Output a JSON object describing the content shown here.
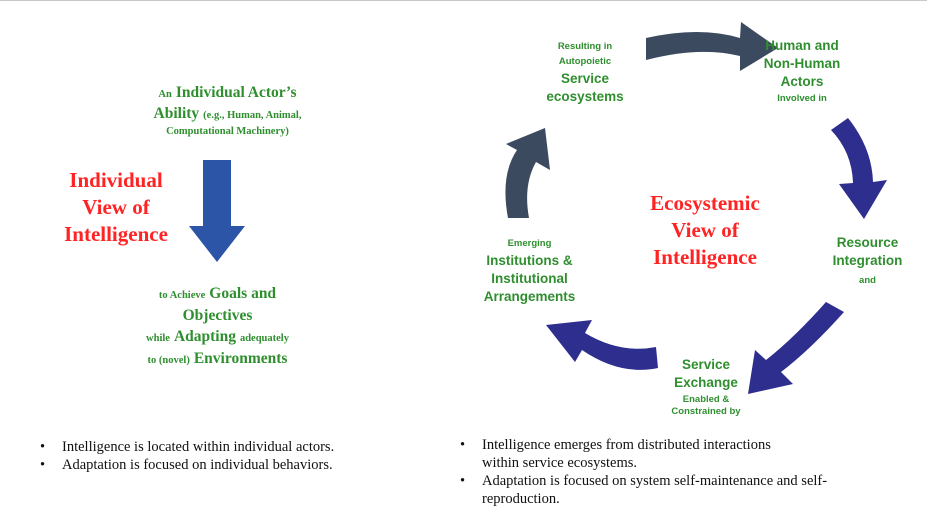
{
  "individual": {
    "actor": {
      "an": "An",
      "individual_actors": "Individual Actor’s",
      "ability": "Ability",
      "examples_1": "(e.g., Human, Animal,",
      "examples_2": "Computational Machinery)"
    },
    "title_lines": [
      "Individual",
      "View of",
      "Intelligence"
    ],
    "goal": {
      "to_achieve": "to Achieve",
      "goals_and": "Goals and",
      "objectives": "Objectives",
      "while": "while",
      "adapting": "Adapting",
      "adequately": "adequately",
      "to_novel": "to (novel)",
      "environments": "Environments"
    },
    "bullets": [
      "Intelligence is located within individual actors.",
      "Adaptation is focused on individual behaviors."
    ]
  },
  "ecosystemic": {
    "title_lines": [
      "Ecosystemic",
      "View of",
      "Intelligence"
    ],
    "nodes": {
      "service_ecosystems": {
        "pre_1": "Resulting in",
        "pre_2": "Autopoietic",
        "main_1": "Service",
        "main_2": "ecosystems"
      },
      "actors": {
        "main_1": "Human and",
        "main_2": "Non-Human",
        "main_3": "Actors",
        "post": "Involved in"
      },
      "resource_integration": {
        "main_1": "Resource",
        "main_2": "Integration",
        "post": "and"
      },
      "service_exchange": {
        "main_1": "Service",
        "main_2": "Exchange",
        "post_1": "Enabled &",
        "post_2": "Constrained by"
      },
      "institutions": {
        "pre": "Emerging",
        "main_1": "Institutions &",
        "main_2": "Institutional",
        "main_3": "Arrangements"
      }
    },
    "bullets": [
      [
        "Intelligence emerges from distributed interactions",
        "within service ecosystems."
      ],
      [
        "Adaptation is focused on system self-maintenance and self-",
        "reproduction."
      ]
    ]
  },
  "colors": {
    "green": "#2f8f2f",
    "red": "#ff2323",
    "down_arrow": "#2c55a8",
    "cycle_navy": "#2e2e8f",
    "cycle_slate": "#3b4a5e"
  }
}
